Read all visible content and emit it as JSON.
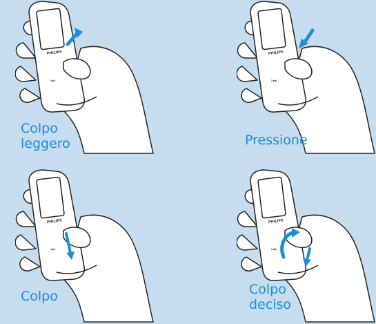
{
  "panels": [
    {
      "id": "p1",
      "caption": [
        "Colpo",
        "leggero"
      ],
      "gesture": "swipe-up",
      "brand": "PHILIPS"
    },
    {
      "id": "p2",
      "caption": [
        "Pressione"
      ],
      "gesture": "press-down",
      "brand": "PHILIPS"
    },
    {
      "id": "p3",
      "caption": [
        "Colpo"
      ],
      "gesture": "swipe-down",
      "brand": "PHILIPS"
    },
    {
      "id": "p4",
      "caption": [
        "Colpo",
        "deciso"
      ],
      "gesture": "flick-curve",
      "brand": "PHILIPS"
    }
  ],
  "colors": {
    "background": "#c6dcef",
    "accent": "#1a8fd6",
    "outline": "#222222",
    "fill": "#ffffff"
  }
}
